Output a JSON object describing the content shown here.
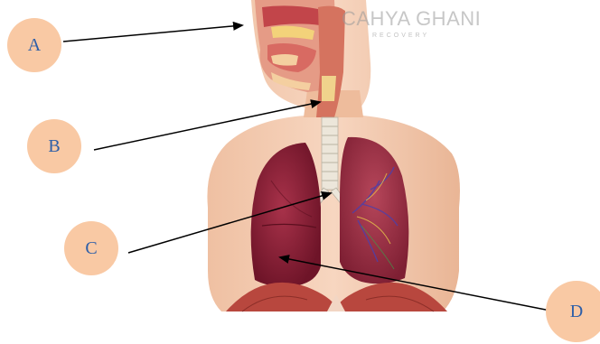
{
  "watermark": {
    "brand": "CAHYA GHANI",
    "tagline": "RECOVERY"
  },
  "labels": [
    {
      "id": "A",
      "text": "A"
    },
    {
      "id": "B",
      "text": "B"
    },
    {
      "id": "C",
      "text": "C"
    },
    {
      "id": "D",
      "text": "D"
    }
  ],
  "colors": {
    "label_fill": "#f9c9a4",
    "label_text": "#2e5fa8",
    "arrow": "#000000",
    "skin": "#f2c3a6",
    "lung_left": "#8e2238",
    "lung_right": "#a0354a",
    "trachea": "#e8e2d6",
    "airway": "#d36a5c"
  }
}
